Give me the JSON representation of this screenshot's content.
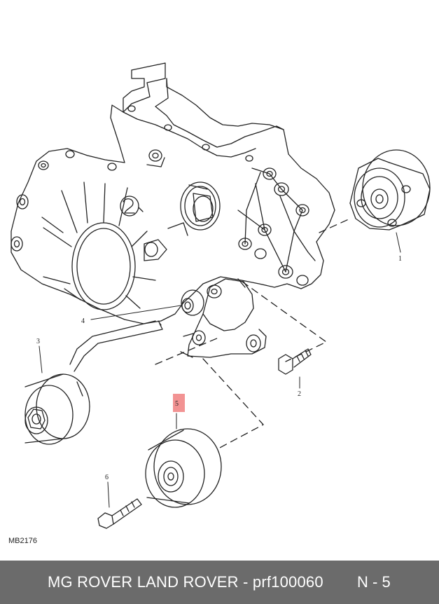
{
  "diagram": {
    "callouts": [
      {
        "id": "part-1",
        "label": "1"
      },
      {
        "id": "part-2",
        "label": "2"
      },
      {
        "id": "part-3",
        "label": "3"
      },
      {
        "id": "part-4",
        "label": "4"
      },
      {
        "id": "part-5",
        "label": "5"
      },
      {
        "id": "part-6",
        "label": "6"
      }
    ],
    "highlight_color": "#f08080",
    "reference_code": "MB2176"
  },
  "footer": {
    "title": "MG ROVER LAND ROVER - prf100060",
    "page": "N - 5",
    "background_color": "#6b6b6b"
  }
}
